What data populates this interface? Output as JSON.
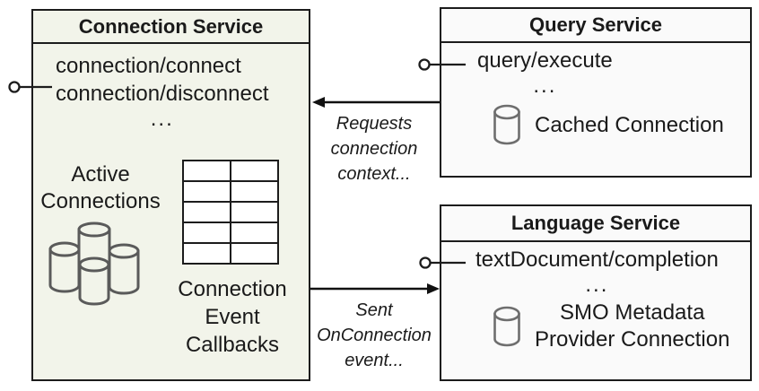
{
  "connection_service": {
    "title": "Connection Service",
    "methods": [
      "connection/connect",
      "connection/disconnect"
    ],
    "ellipsis": "...",
    "active_connections_lines": [
      "Active",
      "Connections"
    ],
    "callbacks_lines": [
      "Connection",
      "Event",
      "Callbacks"
    ]
  },
  "query_service": {
    "title": "Query Service",
    "method": "query/execute",
    "ellipsis": "...",
    "cached_connection_label": "Cached Connection"
  },
  "language_service": {
    "title": "Language Service",
    "method": "textDocument/completion",
    "ellipsis": "...",
    "connection_label_lines": [
      "SMO Metadata",
      "Provider Connection"
    ]
  },
  "flow_labels": {
    "requests_lines": [
      "Requests",
      "connection",
      "context..."
    ],
    "sent_lines": [
      "Sent",
      "OnConnection",
      "event..."
    ]
  },
  "colors": {
    "connection_box_fill": "#f2f4ea",
    "service_box_fill": "#fafafa",
    "border": "#1c1c1c",
    "cluster_cylinder_stroke": "#5a5a5a",
    "small_cylinder_stroke": "#6e6e6e",
    "text": "#1a1a1a"
  }
}
